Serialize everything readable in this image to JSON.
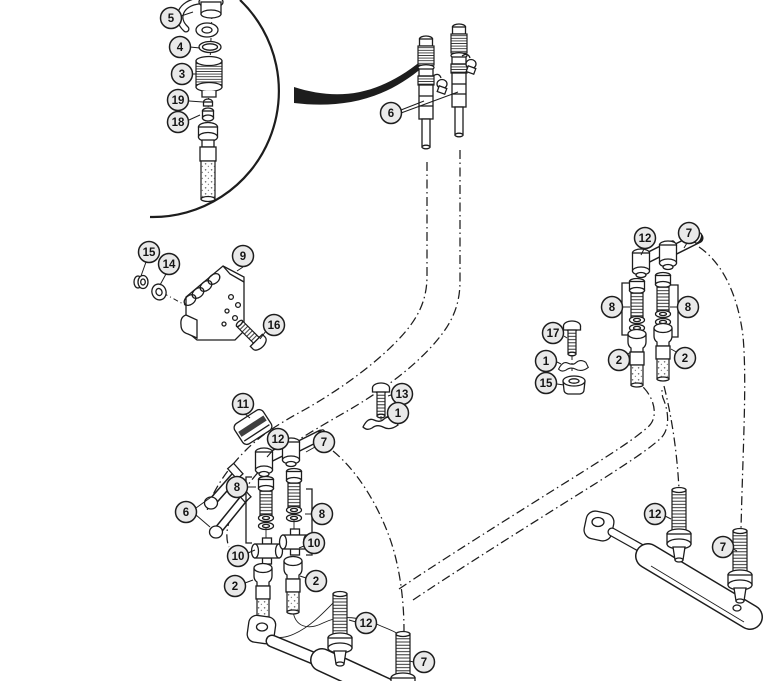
{
  "colors": {
    "bg": "#ffffff",
    "ink": "#1d1d1d",
    "balloon": "#e9e9e9"
  },
  "callouts": [
    {
      "label": "5"
    },
    {
      "label": "4"
    },
    {
      "label": "3"
    },
    {
      "label": "19"
    },
    {
      "label": "18"
    },
    {
      "label": "6"
    },
    {
      "label": "15"
    },
    {
      "label": "14"
    },
    {
      "label": "9"
    },
    {
      "label": "16"
    },
    {
      "label": "12"
    },
    {
      "label": "7"
    },
    {
      "label": "8"
    },
    {
      "label": "8"
    },
    {
      "label": "17"
    },
    {
      "label": "1"
    },
    {
      "label": "15"
    },
    {
      "label": "2"
    },
    {
      "label": "2"
    },
    {
      "label": "11"
    },
    {
      "label": "13"
    },
    {
      "label": "1"
    },
    {
      "label": "12"
    },
    {
      "label": "7"
    },
    {
      "label": "8"
    },
    {
      "label": "6"
    },
    {
      "label": "8"
    },
    {
      "label": "10"
    },
    {
      "label": "10"
    },
    {
      "label": "2"
    },
    {
      "label": "2"
    },
    {
      "label": "12"
    },
    {
      "label": "7"
    },
    {
      "label": "12"
    },
    {
      "label": "7"
    }
  ]
}
